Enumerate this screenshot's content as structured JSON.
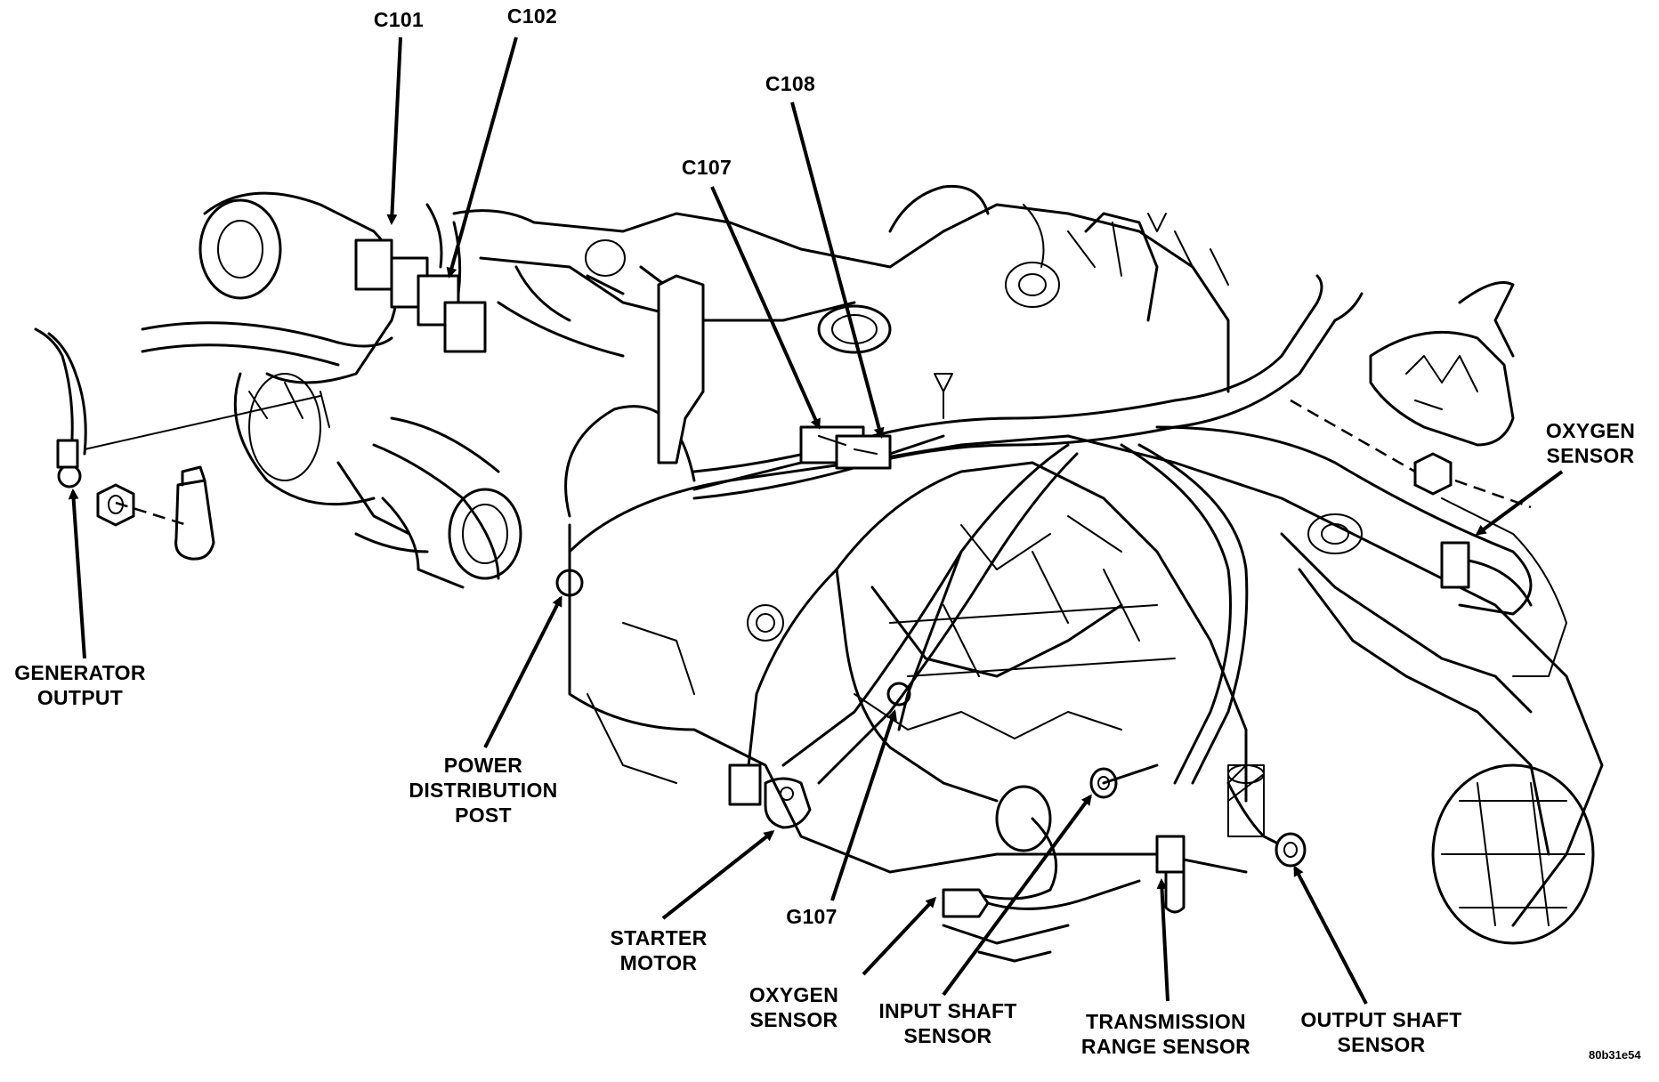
{
  "figure": {
    "title": "Engine and transmission wiring harness component locations",
    "reference_code": "80b31e54"
  },
  "callouts": [
    {
      "id": "c101",
      "text": "C101"
    },
    {
      "id": "c102",
      "text": "C102"
    },
    {
      "id": "c108",
      "text": "C108"
    },
    {
      "id": "c107",
      "text": "C107"
    },
    {
      "id": "oxygen_sensor_rear",
      "text": "OXYGEN\nSENSOR"
    },
    {
      "id": "generator_output",
      "text": "GENERATOR\nOUTPUT"
    },
    {
      "id": "power_distribution_post",
      "text": "POWER\nDISTRIBUTION\nPOST"
    },
    {
      "id": "starter_motor",
      "text": "STARTER\nMOTOR"
    },
    {
      "id": "g107",
      "text": "G107"
    },
    {
      "id": "oxygen_sensor_front",
      "text": "OXYGEN\nSENSOR"
    },
    {
      "id": "input_shaft_sensor",
      "text": "INPUT SHAFT\nSENSOR"
    },
    {
      "id": "transmission_range_sensor",
      "text": "TRANSMISSION\nRANGE SENSOR"
    },
    {
      "id": "output_shaft_sensor",
      "text": "OUTPUT SHAFT\nSENSOR"
    }
  ]
}
